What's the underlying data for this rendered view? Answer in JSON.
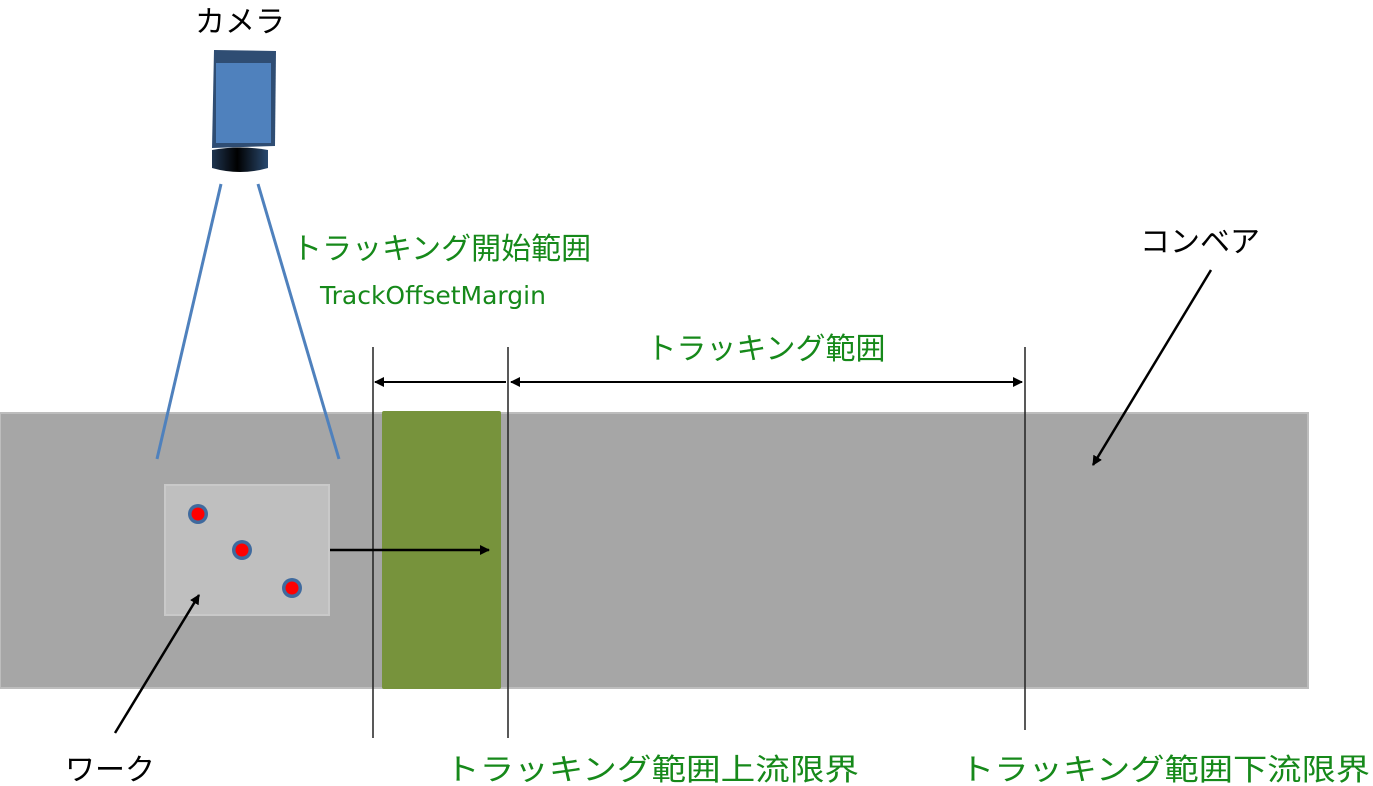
{
  "labels": {
    "camera": "カメラ",
    "track_start_range": "トラッキング開始範囲",
    "track_offset_margin": "TrackOffsetMargin",
    "tracking_range": "トラッキング範囲",
    "conveyor": "コンベア",
    "work": "ワーク",
    "upstream_limit": "トラッキング範囲上流限界",
    "downstream_limit": "トラッキング範囲下流限界"
  },
  "colors": {
    "conveyor": "#a6a6a6",
    "work": "#bfbfbf",
    "margin_zone": "#77933c",
    "label_green": "#16891a",
    "camera_body": "#4f81bd",
    "camera_view_lines": "#4f81bd",
    "work_point": "#ff0000"
  }
}
